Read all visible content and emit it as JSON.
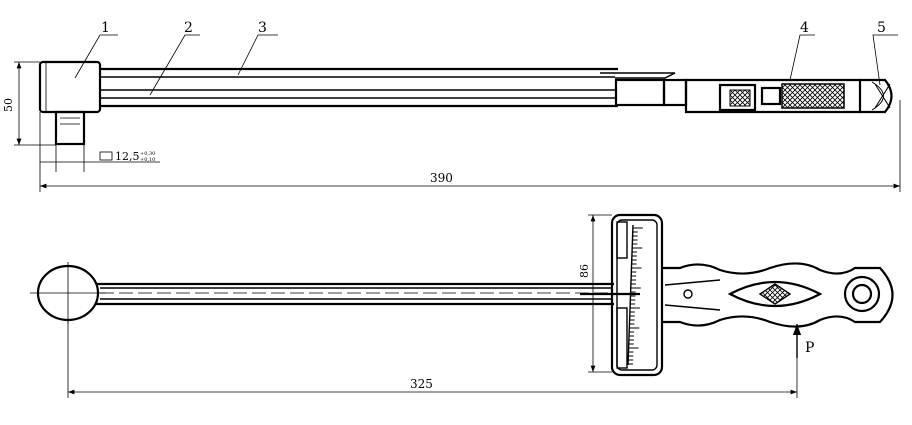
{
  "top_view": {
    "callouts": [
      "1",
      "2",
      "3",
      "4",
      "5"
    ],
    "dim_height": "50",
    "dim_length": "390",
    "square_drive": "12,5",
    "tolerance_upper": "+0,30",
    "tolerance_lower": "+0,10"
  },
  "bottom_view": {
    "dim_dial_height": "86",
    "dim_length": "325",
    "force_label": "P"
  }
}
